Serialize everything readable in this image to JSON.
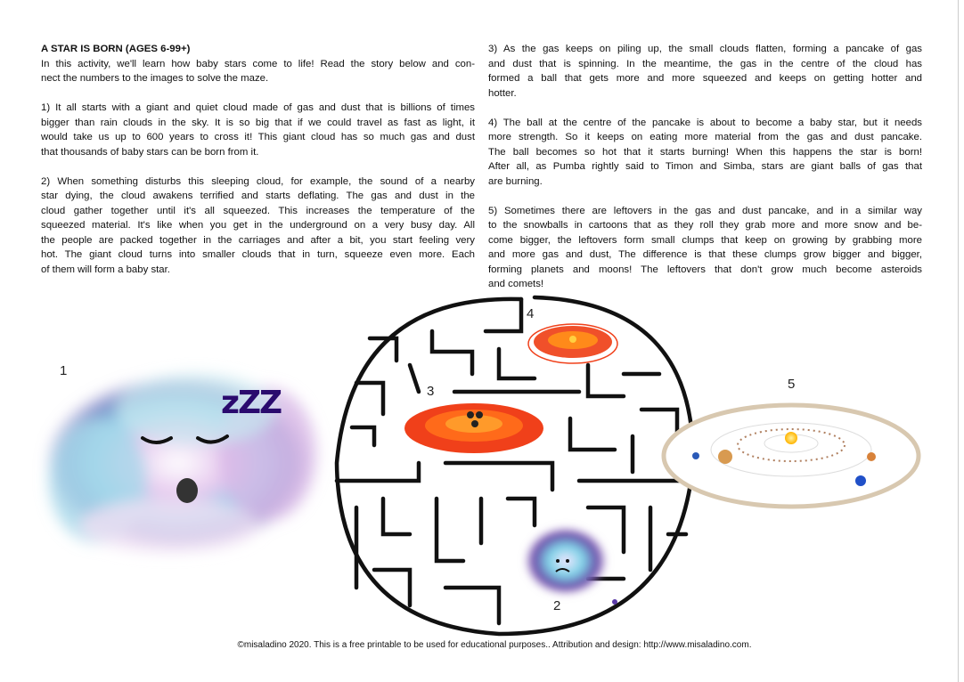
{
  "left_column": {
    "title": "A STAR IS BORN (AGES 6-99+)",
    "paragraphs": [
      [
        "In this activity, we'll learn how baby stars come to life! Read the story below and con-",
        "nect the numbers to the images to solve the maze."
      ],
      [
        "1) It all starts with a giant and quiet cloud made of gas and dust that is billions of times",
        "bigger than rain clouds in the sky. It is so big that if we could travel as fast as light, it",
        "would take us up to 600 years to cross it! This giant cloud has so much gas and dust",
        "that thousands of baby stars can be born from it."
      ],
      [
        "2) When something disturbs this sleeping cloud, for example, the sound of a nearby",
        "star dying, the cloud awakens terrified and starts deflating. The gas and dust in the",
        "cloud gather together until it's all squeezed. This increases the temperature of the",
        "squeezed material. It's like when you get in the underground on a very busy day. All",
        "the people are packed together in the carriages and after a bit, you start feeling very",
        "hot. The giant cloud turns into smaller clouds that in turn, squeeze even more. Each",
        "of them will form a baby star."
      ]
    ]
  },
  "right_column": {
    "paragraphs": [
      [
        "3) As the gas keeps on piling up, the small clouds flatten, forming a pancake of gas",
        "and dust that is spinning. In the meantime, the gas in the centre of the cloud has",
        "formed a ball that gets more and more squeezed and keeps on getting hotter and",
        "hotter."
      ],
      [
        "4) The ball at the centre of the pancake is about to become a baby star, but it needs",
        "more strength. So it keeps on eating more material from the gas and dust pancake.",
        "The ball becomes so hot that it starts burning!  When this happens the star is born!",
        "After all, as Pumba rightly said to Timon and Simba, stars are giant balls of gas that",
        "are burning."
      ],
      [
        "5) Sometimes there are leftovers in the gas and dust pancake, and in a similar way",
        "to the snowballs in cartoons that as they roll they grab more and more snow and be-",
        "come bigger, the leftovers form small clumps that keep on growing by grabbing more",
        "and more gas and dust, The difference is that these clumps grow bigger and bigger,",
        "forming planets and moons! The leftovers that don't grow much become asteroids",
        "and comets!"
      ]
    ]
  },
  "maze_labels": {
    "n1": "1",
    "n2": "2",
    "n3": "3",
    "n4": "4",
    "n5": "5"
  },
  "cloud_snore": "zZZ",
  "footer": "©misaladino 2020.  This is a free printable to be used for educational purposes.. Attribution and design: http://www.misaladino.com.",
  "colors": {
    "pancake_outer": "#f0401a",
    "pancake_inner": "#ff8a1a",
    "star_core": "#ffcc33",
    "snore": "#2a0a6e",
    "maze_wall": "#111111"
  }
}
